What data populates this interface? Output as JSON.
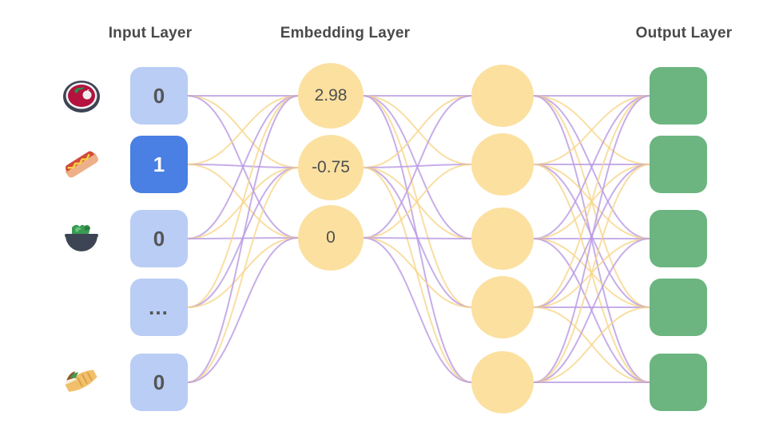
{
  "titles": {
    "input": "Input Layer",
    "embedding": "Embedding Layer",
    "output": "Output Layer"
  },
  "colors": {
    "background": "#ffffff",
    "title_text": "#4a4a4a",
    "input_node": "#b9cdf5",
    "input_node_active": "#4a7fe3",
    "input_text": "#555555",
    "input_text_active": "#ffffff",
    "embedding_node": "#fbe0a0",
    "embedding_text": "#4f4f4f",
    "hidden_node": "#fbe0a0",
    "output_node": "#6cb580",
    "edge_purple": "#b99ae2",
    "edge_yellow": "#f7d68b"
  },
  "input_layer": {
    "nodes": [
      {
        "value": "0",
        "active": false,
        "icon": "soup-bowl-icon",
        "icon_label": "bowl of soup"
      },
      {
        "value": "1",
        "active": true,
        "icon": "hot-dog-icon",
        "icon_label": "hot dog"
      },
      {
        "value": "0",
        "active": false,
        "icon": "salad-bowl-icon",
        "icon_label": "green salad"
      },
      {
        "value": "…",
        "active": false,
        "icon": "",
        "icon_label": ""
      },
      {
        "value": "0",
        "active": false,
        "icon": "burrito-icon",
        "icon_label": "burrito"
      }
    ]
  },
  "embedding_layer": {
    "nodes": [
      {
        "value": "2.98"
      },
      {
        "value": "-0.75"
      },
      {
        "value": "0"
      }
    ]
  },
  "hidden_layer": {
    "nodes": [
      {
        "value": ""
      },
      {
        "value": ""
      },
      {
        "value": ""
      },
      {
        "value": ""
      },
      {
        "value": ""
      }
    ]
  },
  "output_layer": {
    "nodes": [
      {
        "value": ""
      },
      {
        "value": ""
      },
      {
        "value": ""
      },
      {
        "value": ""
      },
      {
        "value": ""
      }
    ]
  },
  "chart_data": {
    "type": "diagram",
    "title": "Neural network embedding diagram",
    "layers": [
      {
        "name": "Input Layer",
        "node_count": 5,
        "shape": "rounded-square",
        "values": [
          "0",
          "1",
          "0",
          "…",
          "0"
        ],
        "highlighted_index": 1,
        "icons": [
          "bowl of soup",
          "hot dog",
          "green salad",
          "",
          "burrito"
        ]
      },
      {
        "name": "Embedding Layer",
        "node_count": 3,
        "shape": "circle",
        "values": [
          "2.98",
          "-0.75",
          "0"
        ]
      },
      {
        "name": "",
        "node_count": 5,
        "shape": "circle",
        "values": [
          "",
          "",
          "",
          "",
          ""
        ]
      },
      {
        "name": "Output Layer",
        "node_count": 5,
        "shape": "rounded-square",
        "values": [
          "",
          "",
          "",
          "",
          ""
        ]
      }
    ],
    "edges": "fully connected between consecutive layers, drawn as bezier curves alternating purple and yellow"
  }
}
